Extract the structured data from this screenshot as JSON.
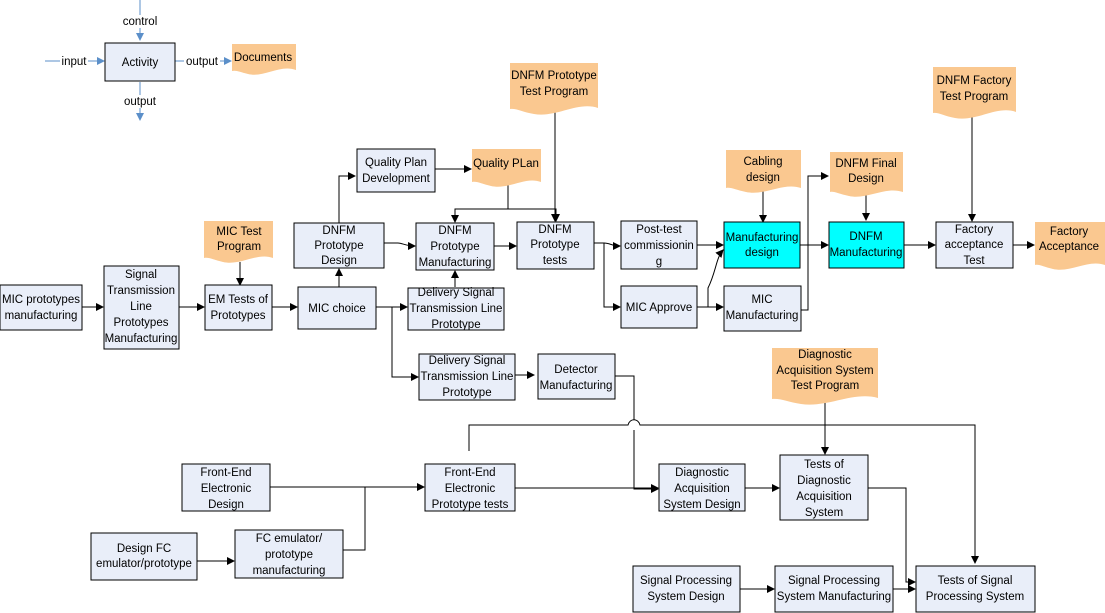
{
  "legend": {
    "activity": "Activity",
    "control": "control",
    "input": "input",
    "output_right": "output",
    "output_bottom": "output",
    "documents": "Documents"
  },
  "activities": {
    "mic_prototypes_manufacturing": [
      "MIC prototypes",
      "manufacturing"
    ],
    "signal_transmission_line_prototypes_manufacturing": [
      "Signal",
      "Transmission",
      "Line",
      "Prototypes",
      "Manufacturing"
    ],
    "em_tests_of_prototypes": [
      "EM Tests of",
      "Prototypes"
    ],
    "mic_choice": [
      "MIC choice"
    ],
    "dnfm_prototype_design": [
      "DNFM",
      "Prototype",
      "Design"
    ],
    "quality_plan_development": [
      "Quality Plan",
      "Development"
    ],
    "dnfm_prototype_manufacturing": [
      "DNFM",
      "Prototype",
      "Manufacturing"
    ],
    "delivery_signal_transmission_line_prototype_1": [
      "Delivery Signal",
      "Transmission Line",
      "Prototype"
    ],
    "dnfm_prototype_tests": [
      "DNFM",
      "Prototype",
      "tests"
    ],
    "post_test_commissioning": [
      "Post-test",
      "commissionin",
      "g"
    ],
    "mic_approve": [
      "MIC Approve"
    ],
    "manufacturing_design": [
      "Manufacturing",
      "design"
    ],
    "mic_manufacturing": [
      "MIC",
      "Manufacturing"
    ],
    "dnfm_manufacturing": [
      "DNFM",
      "Manufacturing"
    ],
    "factory_acceptance_test": [
      "Factory",
      "acceptance",
      "Test"
    ],
    "delivery_signal_transmission_line_prototype_2": [
      "Delivery Signal",
      "Transmission Line",
      "Prototype"
    ],
    "detector_manufacturing": [
      "Detector",
      "Manufacturing"
    ],
    "front_end_electronic_design": [
      "Front-End",
      "Electronic",
      "Design"
    ],
    "front_end_electronic_prototype_tests": [
      "Front-End",
      "Electronic",
      "Prototype tests"
    ],
    "diagnostic_acquisition_system_design": [
      "Diagnostic",
      "Acquisition",
      "System Design"
    ],
    "tests_of_diagnostic_acquisition_system": [
      "Tests of",
      "Diagnostic",
      "Acquisition",
      "System"
    ],
    "design_fc_emulator_prototype": [
      "Design FC",
      "emulator/prototype"
    ],
    "fc_emulator_prototype_manufacturing": [
      "FC emulator/",
      "prototype",
      "manufacturing"
    ],
    "signal_processing_system_design": [
      "Signal Processing",
      "System Design"
    ],
    "signal_processing_system_manufacturing": [
      "Signal Processing",
      "System Manufacturing"
    ],
    "tests_of_signal_processing_system": [
      "Tests of Signal",
      "Processing System"
    ]
  },
  "documents": {
    "mic_test_program": [
      "MIC Test",
      "Program"
    ],
    "dnfm_prototype_test_program": [
      "DNFM Prototype",
      "Test Program"
    ],
    "quality_plan": [
      "Quality PLan"
    ],
    "cabling_design": [
      "Cabling",
      "design"
    ],
    "dnfm_final_design": [
      "DNFM Final",
      "Design"
    ],
    "dnfm_factory_test_program": [
      "DNFM Factory",
      "Test Program"
    ],
    "factory_acceptance": [
      "Factory",
      "Acceptance"
    ],
    "diagnostic_acquisition_system_test_program": [
      "Diagnostic",
      "Acquisition System",
      "Test Program"
    ]
  },
  "colors": {
    "activity_fill": "#e9eef9",
    "highlight_fill": "#00ffff",
    "document_fill": "#fac890",
    "legend_arrow": "#5b8fc9"
  }
}
